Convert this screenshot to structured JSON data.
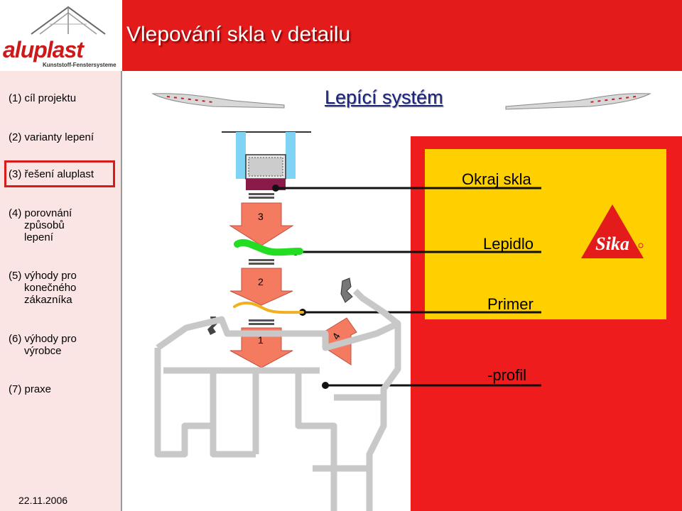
{
  "header": {
    "logo_word": "aluplast",
    "logo_sub": "Kunststoff-Fenstersysteme",
    "title": "Vlepování skla v detailu"
  },
  "sidebar": {
    "items": [
      {
        "line1": "(1) cíl projektu",
        "line2": "",
        "line3": ""
      },
      {
        "line1": "(2) varianty lepení",
        "line2": "",
        "line3": ""
      },
      {
        "line1": "(3) řešení aluplast",
        "line2": "",
        "line3": ""
      },
      {
        "line1": "(4) porovnání",
        "line2": "způsobů",
        "line3": "lepení"
      },
      {
        "line1": "(5) výhody pro",
        "line2": "konečného",
        "line3": "zákazníka"
      },
      {
        "line1": "(6) výhody pro",
        "line2": "výrobce",
        "line3": ""
      },
      {
        "line1": "(7) praxe",
        "line2": "",
        "line3": ""
      }
    ],
    "date": "22.11.2006"
  },
  "main": {
    "subtitle": "Lepící systém",
    "labels": {
      "okraj": "Okraj skla",
      "lepidlo": "Lepidlo",
      "primer": "Primer",
      "profil": "-profil"
    },
    "steps": {
      "s3": "3",
      "s2": "2",
      "s1": "1",
      "s4": "4"
    },
    "brand": "Sika"
  },
  "colors": {
    "title_red": "#e31b1b",
    "panel_red": "#ee1c1c",
    "panel_yellow": "#ffd000",
    "sidebar_bg": "#fbe4e4",
    "adhesive_green": "#22dd22",
    "primer_yellow": "#f0b020",
    "arrow_salmon": "#f47a60",
    "glass_blue": "#7fd4f5"
  }
}
